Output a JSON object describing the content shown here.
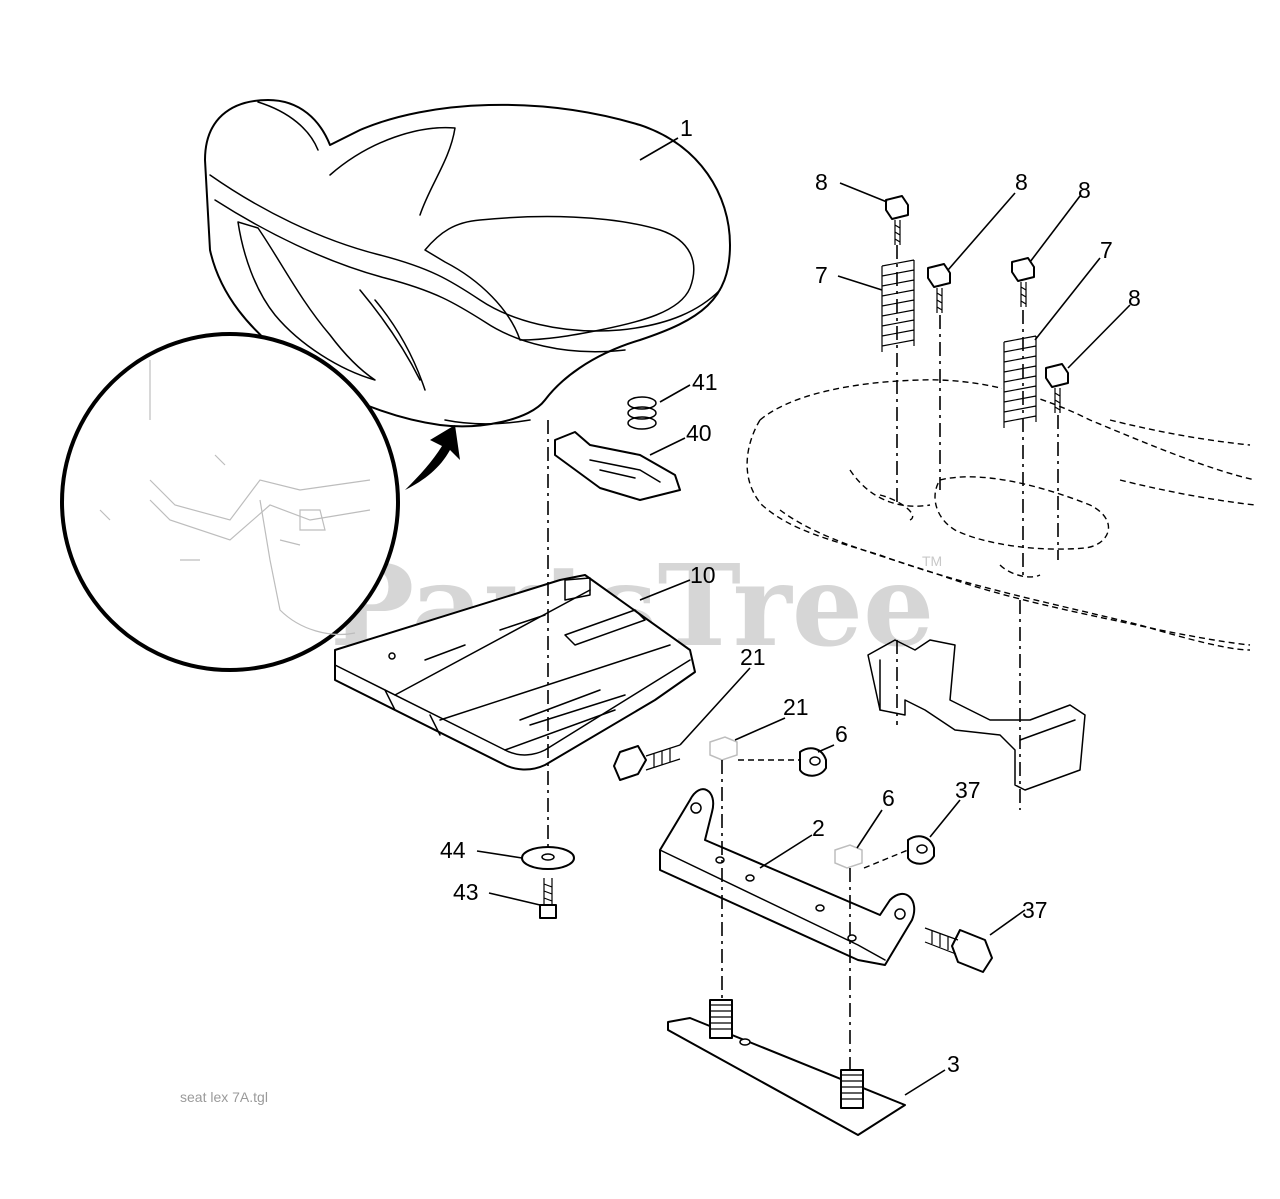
{
  "diagram": {
    "watermark": "PartsTree",
    "watermark_mark": "TM",
    "figure_ref": "seat lex 7A.tgl",
    "callouts": [
      {
        "id": "c1",
        "label": "1"
      },
      {
        "id": "c8a",
        "label": "8"
      },
      {
        "id": "c8b",
        "label": "8"
      },
      {
        "id": "c8c",
        "label": "8"
      },
      {
        "id": "c8d",
        "label": "8"
      },
      {
        "id": "c7a",
        "label": "7"
      },
      {
        "id": "c7b",
        "label": "7"
      },
      {
        "id": "c41",
        "label": "41"
      },
      {
        "id": "c40",
        "label": "40"
      },
      {
        "id": "c10",
        "label": "10"
      },
      {
        "id": "c21a",
        "label": "21"
      },
      {
        "id": "c21b",
        "label": "21"
      },
      {
        "id": "c6a",
        "label": "6"
      },
      {
        "id": "c6b",
        "label": "6"
      },
      {
        "id": "c37a",
        "label": "37"
      },
      {
        "id": "c37b",
        "label": "37"
      },
      {
        "id": "c2",
        "label": "2"
      },
      {
        "id": "c44",
        "label": "44"
      },
      {
        "id": "c43",
        "label": "43"
      },
      {
        "id": "c3",
        "label": "3"
      }
    ]
  }
}
